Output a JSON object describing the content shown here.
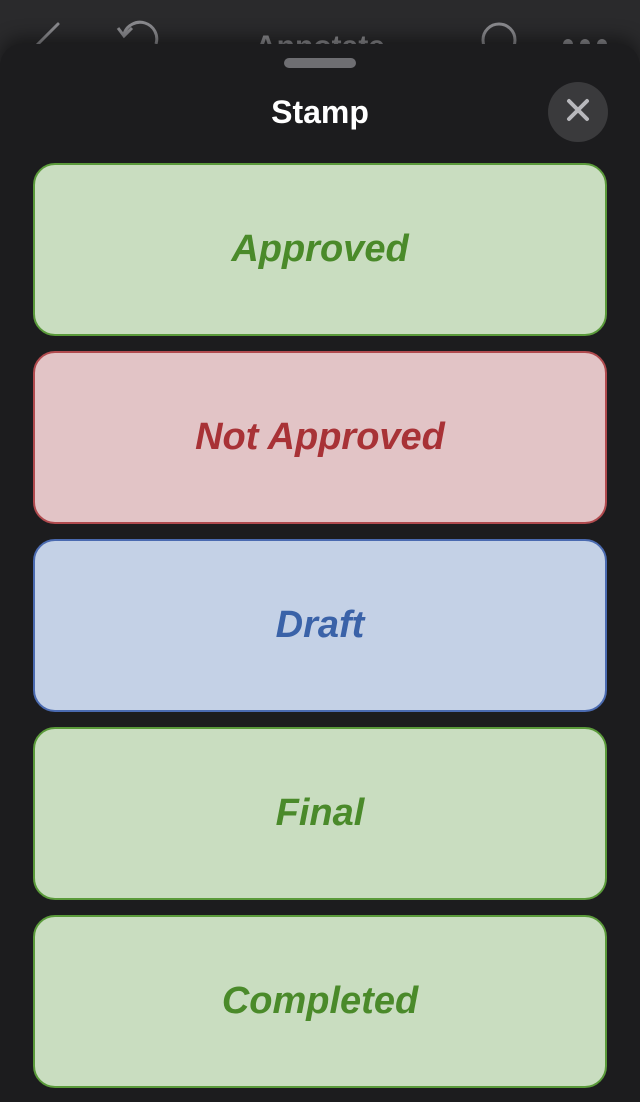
{
  "background_toolbar": {
    "title": "Annotate",
    "icons": [
      "back-arrow-icon",
      "undo-icon",
      "search-icon",
      "more-icon"
    ]
  },
  "sheet": {
    "title": "Stamp",
    "close_icon": "close-icon"
  },
  "stamps": [
    {
      "label": "Approved",
      "fill": "#c9ddc0",
      "border": "#5a9a3a",
      "text": "#4a8a2a"
    },
    {
      "label": "Not Approved",
      "fill": "#e2c4c6",
      "border": "#b04a4e",
      "text": "#a83236"
    },
    {
      "label": "Draft",
      "fill": "#c4d1e6",
      "border": "#4a6ab0",
      "text": "#3a62a8"
    },
    {
      "label": "Final",
      "fill": "#c9ddc0",
      "border": "#5a9a3a",
      "text": "#4a8a2a"
    },
    {
      "label": "Completed",
      "fill": "#c9ddc0",
      "border": "#5a9a3a",
      "text": "#4a8a2a"
    }
  ]
}
